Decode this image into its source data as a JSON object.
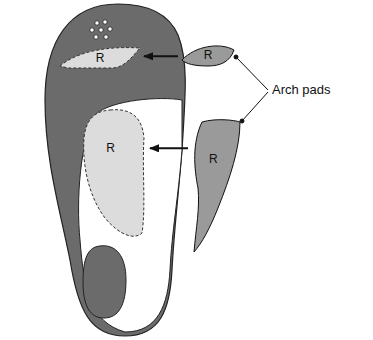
{
  "diagram": {
    "nodes": [
      {
        "text": [
          "R"
        ]
      },
      {
        "text": [
          "R"
        ]
      },
      {
        "text": [
          "R"
        ]
      },
      {
        "text": [
          "R"
        ]
      }
    ],
    "edges": [
      {
        "from": 1,
        "to": 0,
        "arrow": "to"
      },
      {
        "from": 3,
        "to": 2,
        "arrow": "to"
      }
    ],
    "labels": [
      "Arch pads"
    ]
  }
}
